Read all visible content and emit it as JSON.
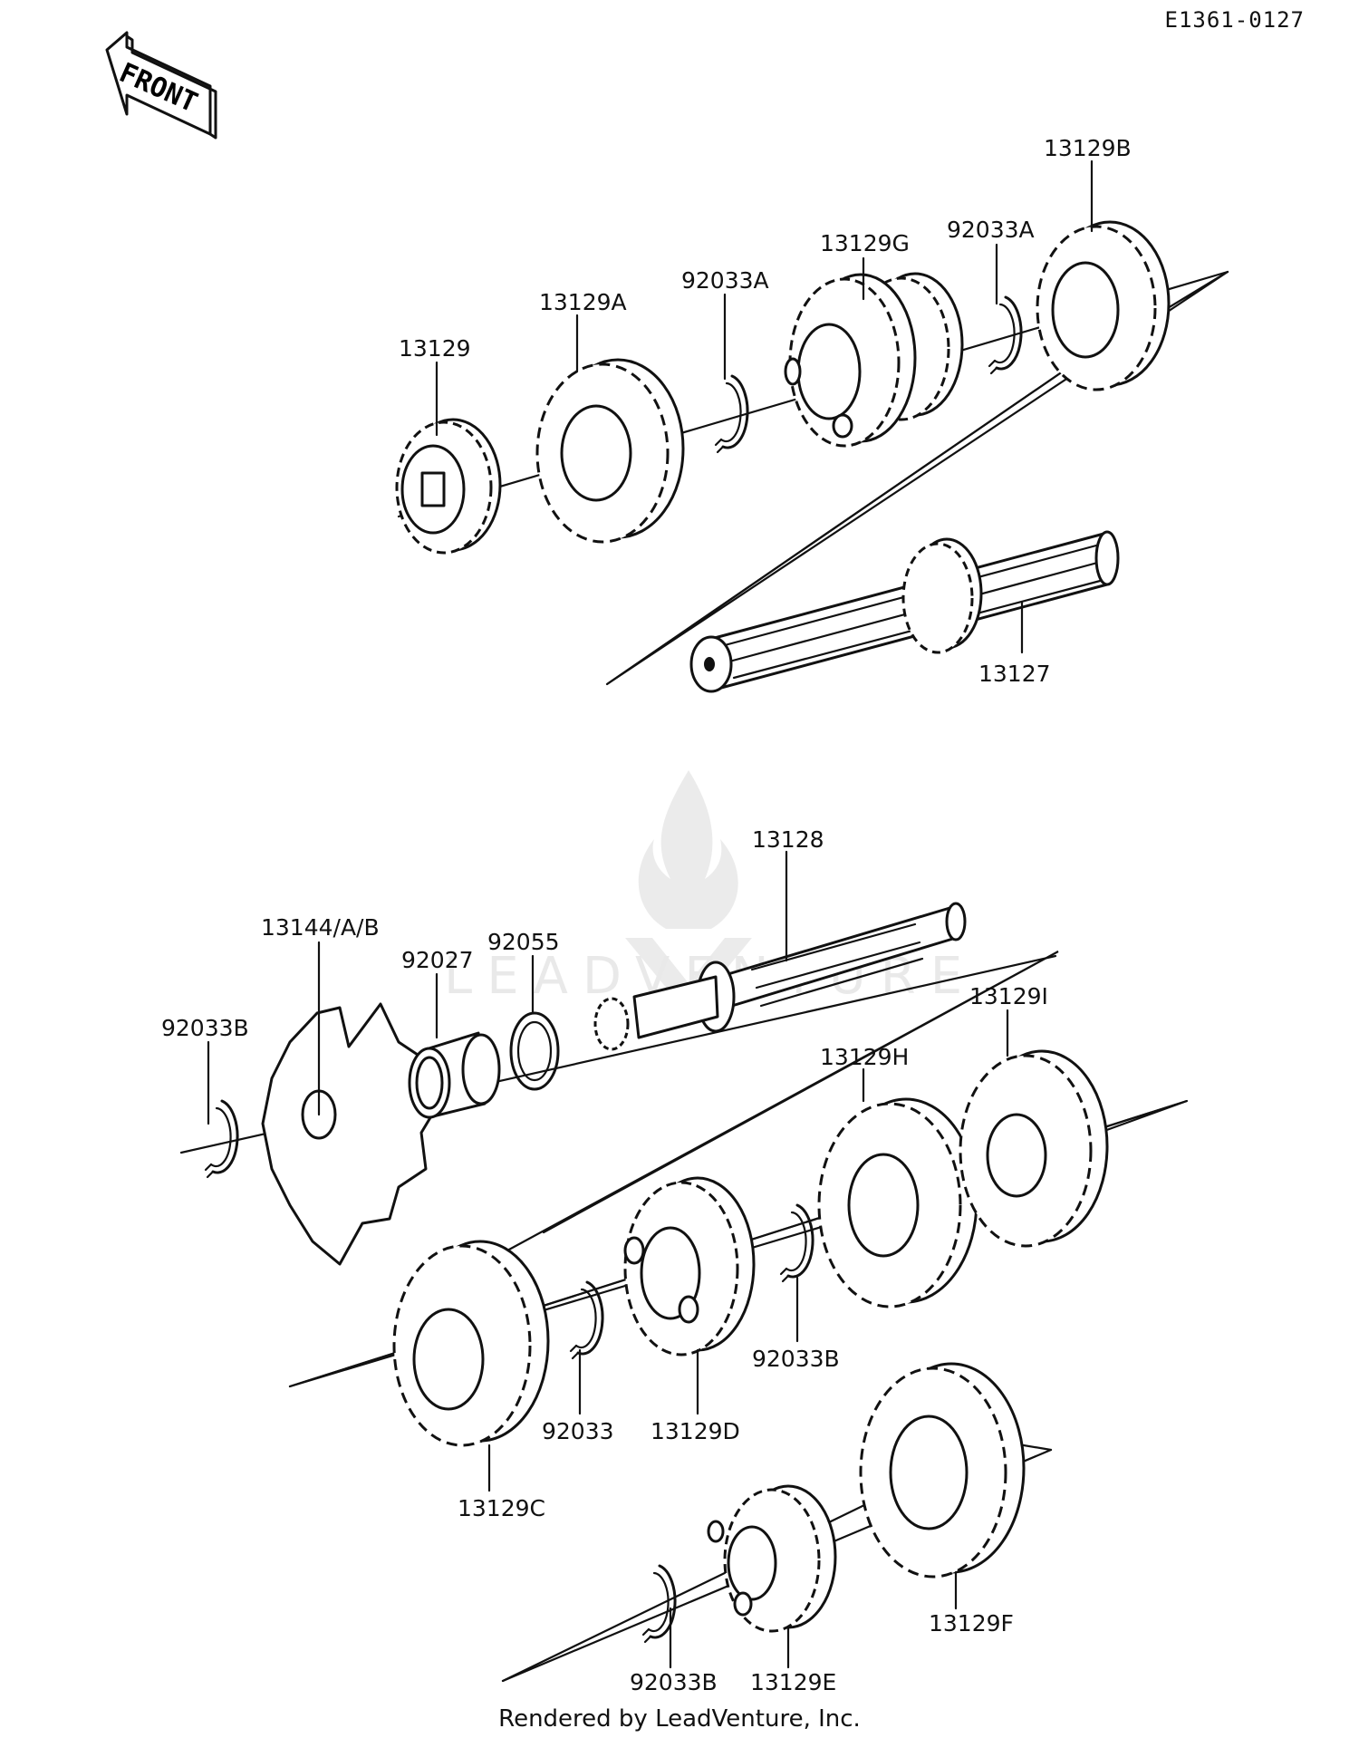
{
  "document_code": "E1361-0127",
  "front_label": "FRONT",
  "footer": "Rendered by LeadVenture, Inc.",
  "watermark": "LEADVENTURE",
  "labels": {
    "p13129": "13129",
    "p13129A": "13129A",
    "p92033A_1": "92033A",
    "p13129G": "13129G",
    "p92033A_2": "92033A",
    "p13129B": "13129B",
    "p13127": "13127",
    "p13128": "13128",
    "p13144": "13144/A/B",
    "p92027": "92027",
    "p92055": "92055",
    "p92033B_1": "92033B",
    "p13129H": "13129H",
    "p13129I": "13129I",
    "p92033B_2": "92033B",
    "p92033": "92033",
    "p13129D": "13129D",
    "p13129C": "13129C",
    "p92033B_3": "92033B",
    "p13129E": "13129E",
    "p13129F": "13129F"
  }
}
